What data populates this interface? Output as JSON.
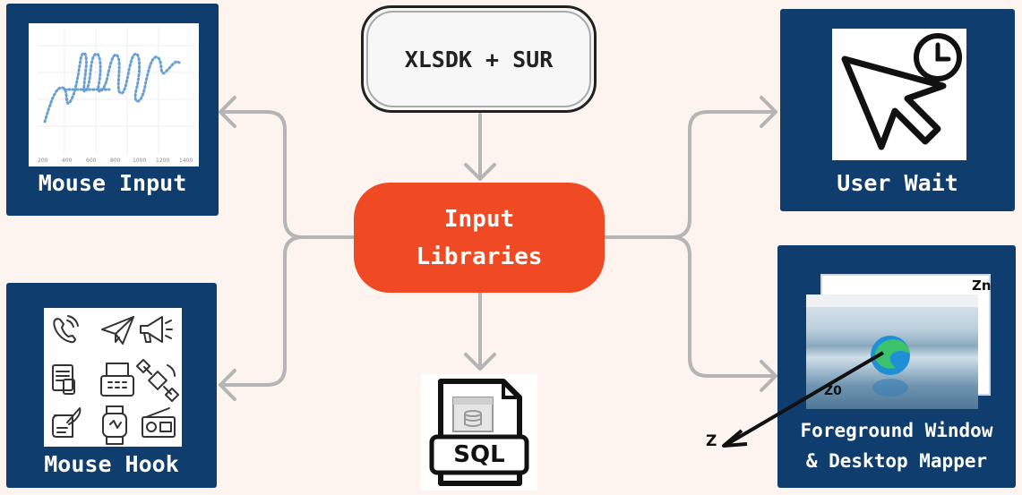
{
  "nodes": {
    "top": "XLSDK + SUR",
    "center_line1": "Input",
    "center_line2": "Libraries"
  },
  "panels": {
    "mouse_input": "Mouse Input",
    "user_wait": "User Wait",
    "mouse_hook": "Mouse Hook",
    "fg_line1": "Foreground Window",
    "fg_line2": "& Desktop Mapper"
  },
  "sql_label": "SQL",
  "chart_ticks": [
    "200",
    "400",
    "600",
    "800",
    "1000",
    "1200",
    "1400"
  ],
  "z_labels": {
    "zn": "Zn",
    "z0": "Z0",
    "z": "Z"
  },
  "icons": [
    "phone-icon",
    "paper-plane-icon",
    "megaphone-icon",
    "document-phone-icon",
    "fax-icon",
    "satellite-icon",
    "scroll-quill-icon",
    "smartwatch-icon",
    "radio-icon"
  ],
  "colors": {
    "background": "#fdf3ef",
    "panel": "#0f3d6e",
    "center": "#ef4a23",
    "connector": "#b5b5b5"
  }
}
